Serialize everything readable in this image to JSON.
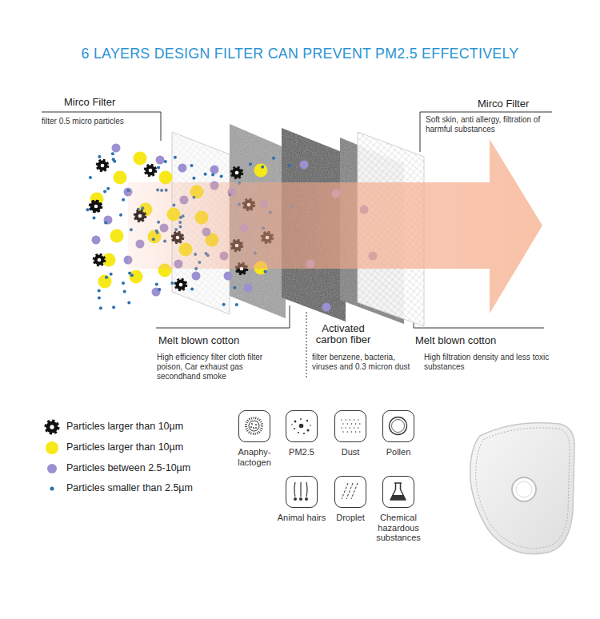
{
  "diagram": {
    "title": "6 LAYERS DESIGN FILTER CAN PREVENT PM2.5 EFFECTIVELY",
    "nodes": [
      {
        "text": [
          "Anaphy- lactogen"
        ]
      },
      {
        "text": [
          "PM2.5"
        ]
      },
      {
        "text": [
          "Dust"
        ]
      },
      {
        "text": [
          "Pollen"
        ]
      },
      {
        "text": [
          "Animal hairs"
        ]
      },
      {
        "text": [
          "Droplet"
        ]
      },
      {
        "text": [
          "Chemical hazardous substances"
        ]
      }
    ],
    "labels": [
      "Mirco Filter",
      "filter 0.5 micro particles",
      "Mirco Filter",
      "Soft skin, anti allergy, filtration of harmful substances",
      "Melt blown cotton",
      "High efficiency filter cloth filter poison, Car exhaust gas secondhand smoke",
      "Activated carbon fiber",
      "filter benzene, bacteria, viruses and 0.3 micron dust",
      "Melt blown cotton",
      "High filtration density and less toxic substances"
    ],
    "legend": [
      {
        "text": "Particles larger than 10µm"
      },
      {
        "text": "Particles larger than 10µm",
        "color": "#f7e81a"
      },
      {
        "text": "Particles between 2.5-10µm",
        "color": "#9d90d2"
      },
      {
        "text": "Particles smaller than 2.5µm",
        "color": "#2b6fae"
      }
    ]
  }
}
